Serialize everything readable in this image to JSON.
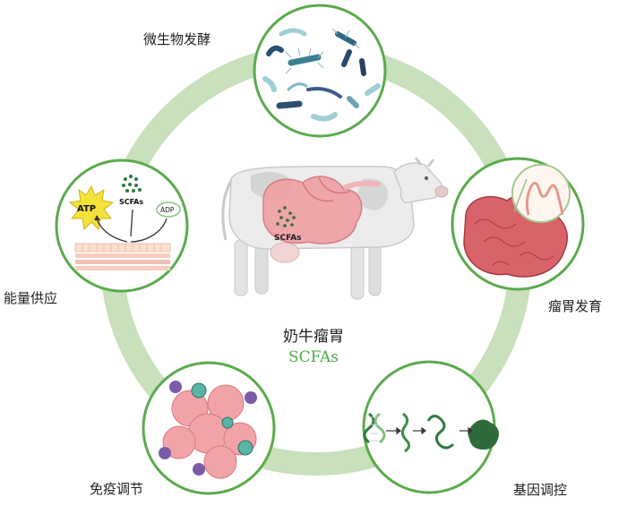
{
  "center": {
    "title": "奶牛瘤胃",
    "subtitle": "SCFAs",
    "subtitle_color": "#4daa4a"
  },
  "nodes": {
    "microbial": {
      "label": "微生物发酵"
    },
    "rumen": {
      "label": "瘤胃发育"
    },
    "gene": {
      "label": "基因调控"
    },
    "immune": {
      "label": "免疫调节"
    },
    "energy": {
      "label": "能量供应",
      "atp": "ATP",
      "scfas": "SCFAs",
      "adp": "ADP"
    }
  },
  "cow": {
    "scfas": "SCFAs"
  },
  "colors": {
    "ring": "#c8e0bb",
    "circle_border": "#5aaa4c"
  }
}
